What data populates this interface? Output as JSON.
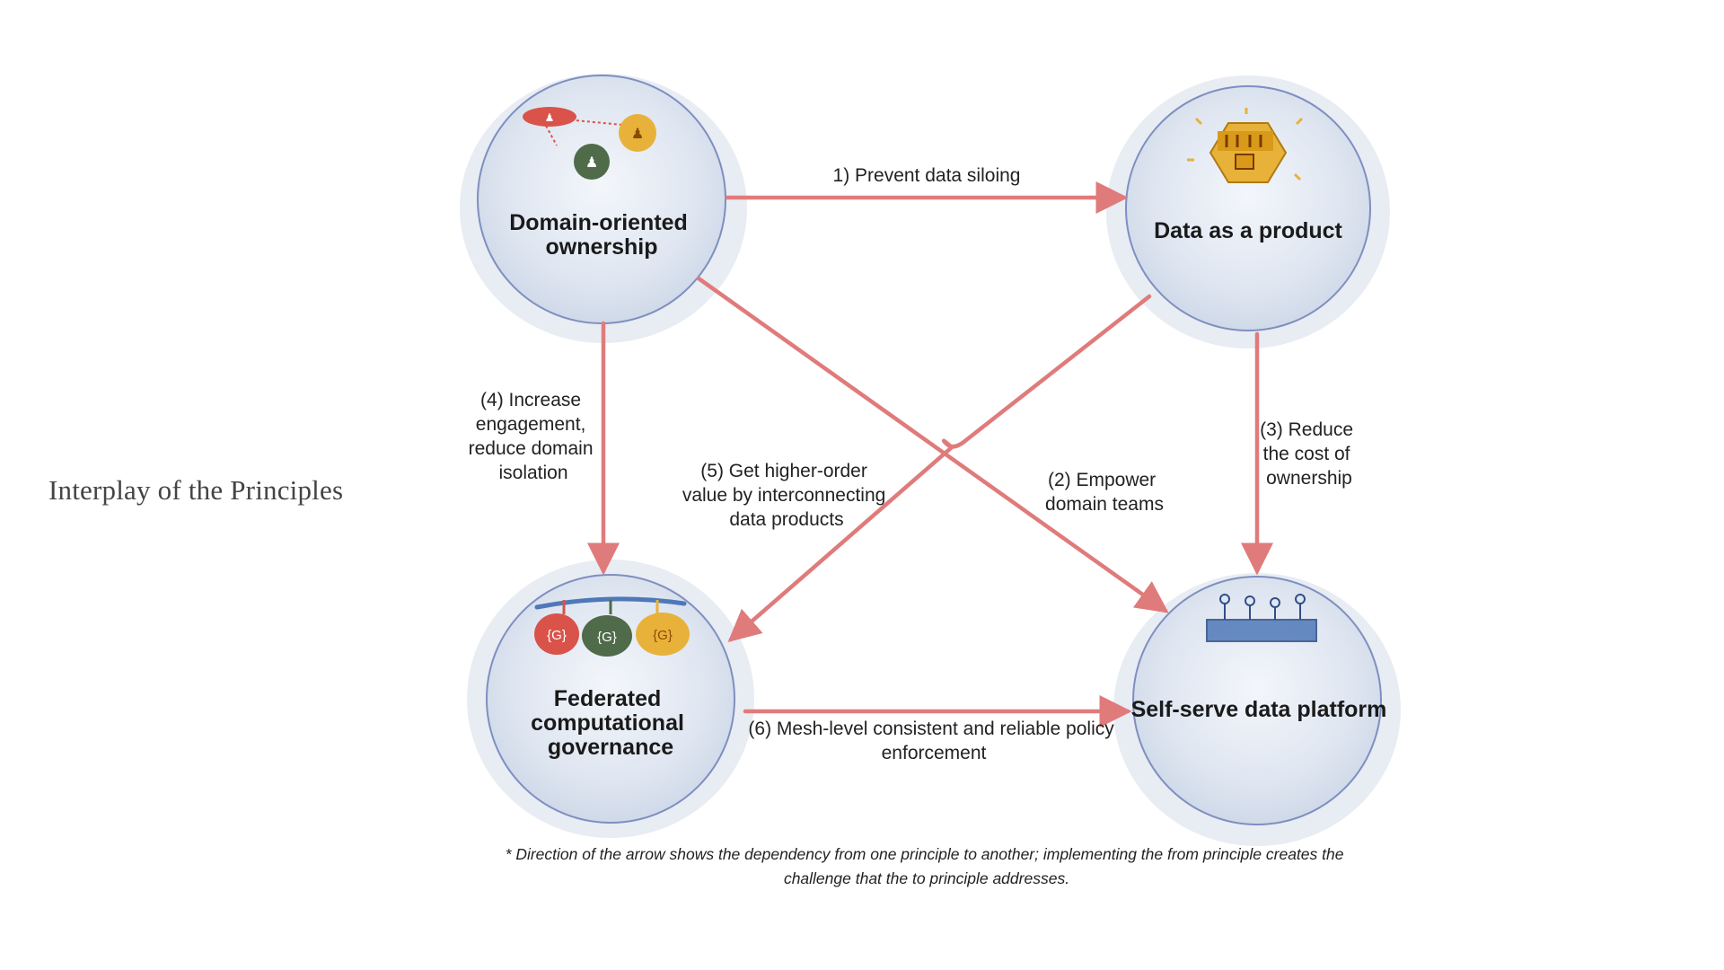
{
  "slide": {
    "title": "Interplay of the Principles"
  },
  "colors": {
    "arrow": "#e07b7b",
    "circle_stroke": "#7e8fc0",
    "circle_fill": "#e6ecf5",
    "red": "#d9534a",
    "green": "#4f6b4a",
    "yellow": "#e8b23a",
    "blue": "#4f78b8"
  },
  "nodes": {
    "domain_ownership": {
      "lines": [
        "Domain-oriented",
        "ownership"
      ],
      "icon": "domain-teams-icon"
    },
    "data_product": {
      "lines": [
        "Data as a product"
      ],
      "icon": "data-product-icon"
    },
    "governance": {
      "lines": [
        "Federated",
        "computational",
        "governance"
      ],
      "icon": "governance-icon"
    },
    "platform": {
      "lines": [
        "Self-serve data platform"
      ],
      "icon": "platform-icon"
    }
  },
  "edges": {
    "e1": {
      "lines": [
        "1) Prevent data siloing"
      ]
    },
    "e2": {
      "lines": [
        "(2) Empower",
        "domain teams"
      ]
    },
    "e3": {
      "lines": [
        "(3) Reduce",
        "the cost of",
        "ownership"
      ]
    },
    "e4": {
      "lines": [
        "(4) Increase",
        "engagement,",
        "reduce domain",
        "isolation"
      ]
    },
    "e5": {
      "lines": [
        "(5) Get higher-order",
        "value by interconnecting",
        "data products"
      ]
    },
    "e6": {
      "lines": [
        "(6) Mesh-level consistent and reliable policy",
        "enforcement"
      ]
    }
  },
  "icon_text": {
    "governance_glyph": "{G}"
  },
  "footnote": {
    "lines": [
      "* Direction of the arrow shows the dependency from one principle to another; implementing the from principle creates the",
      "challenge that the to principle addresses."
    ]
  }
}
